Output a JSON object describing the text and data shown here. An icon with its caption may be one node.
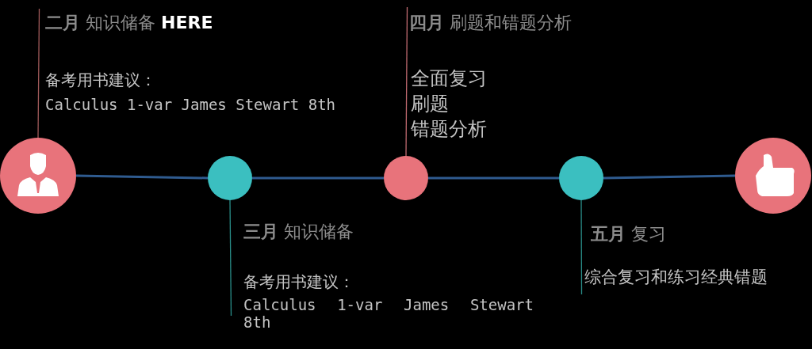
{
  "diagram": {
    "nodes": [
      {
        "text": [],
        "shape": "circle"
      },
      {
        "text": [],
        "shape": "circle"
      },
      {
        "text": [],
        "shape": "circle"
      },
      {
        "text": [],
        "shape": "circle"
      },
      {
        "text": [],
        "shape": "circle"
      },
      {
        "text": [
          "**二月** 知识储备 **HERE**",
          "备考用书建议：",
          "Calculus 1-var James Stewart 8th"
        ]
      },
      {
        "text": [
          "**三月** 知识储备",
          "备考用书建议：",
          "Calculus 1-var James Stewart 8th"
        ]
      },
      {
        "text": [
          "**四月** 刷题和错题分析",
          "全面复习",
          "刷题",
          "错题分析"
        ]
      },
      {
        "text": [
          "**五月** 复习",
          "综合复习和练习经典错题"
        ]
      }
    ],
    "edges": [
      {
        "from": 0,
        "to": 1,
        "arrow": "none",
        "style": "thick",
        "color": "#2f5b8f"
      },
      {
        "from": 1,
        "to": 2,
        "arrow": "none",
        "style": "thick",
        "color": "#2f5b8f"
      },
      {
        "from": 2,
        "to": 3,
        "arrow": "none",
        "style": "thick",
        "color": "#2f5b8f"
      },
      {
        "from": 3,
        "to": 4,
        "arrow": "none",
        "style": "thick",
        "color": "#2f5b8f"
      },
      {
        "from": 5,
        "to": 0,
        "arrow": "none",
        "color": "#a05a5a"
      },
      {
        "from": 6,
        "to": 1,
        "arrow": "none",
        "color": "#2a8f8a"
      },
      {
        "from": 7,
        "to": 2,
        "arrow": "none",
        "color": "#c06a70"
      },
      {
        "from": 8,
        "to": 3,
        "arrow": "none",
        "color": "#2a8f8a"
      }
    ]
  }
}
